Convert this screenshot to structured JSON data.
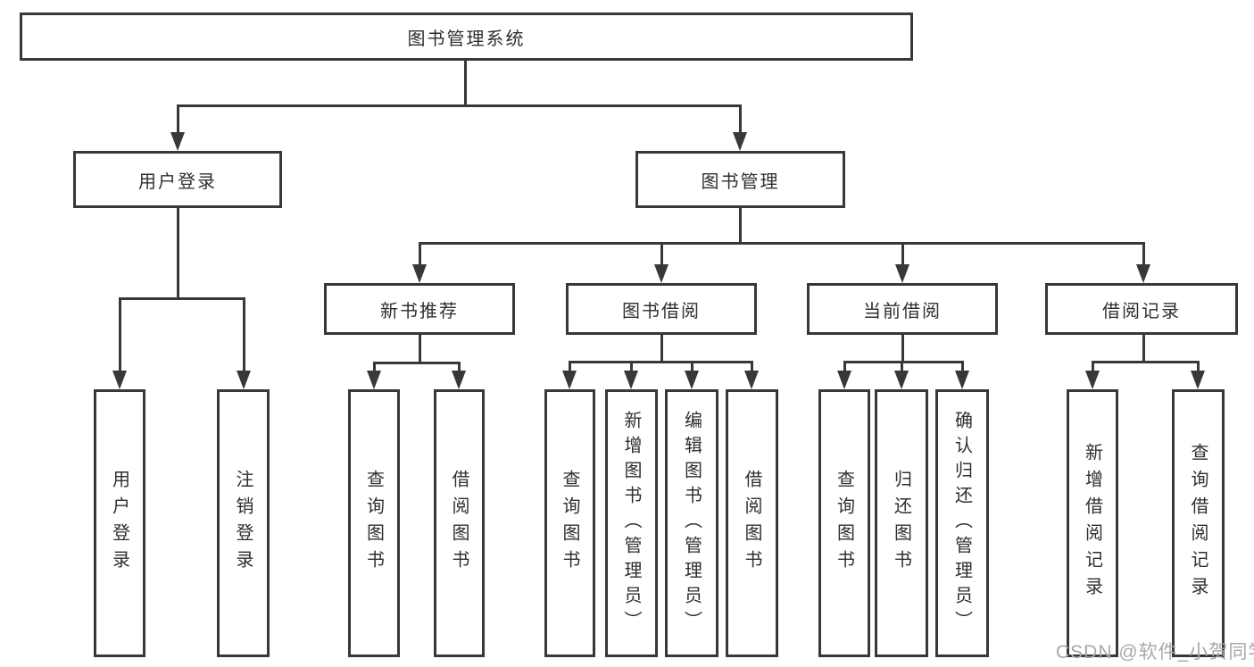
{
  "diagram": {
    "title": "图书管理系统",
    "root": {
      "label": "图书管理系统"
    },
    "level2": [
      {
        "label": "用户登录"
      },
      {
        "label": "图书管理"
      }
    ],
    "level3": [
      {
        "label": "新书推荐"
      },
      {
        "label": "图书借阅"
      },
      {
        "label": "当前借阅"
      },
      {
        "label": "借阅记录"
      }
    ],
    "leaves": {
      "user_login": [
        "用户登录",
        "注销登录"
      ],
      "new_books": [
        "查询图书",
        "借阅图书"
      ],
      "book_borrow": [
        "查询图书",
        "新增图书（管理员）",
        "编辑图书（管理员）",
        "借阅图书"
      ],
      "current_borrow": [
        "查询图书",
        "归还图书",
        "确认归还（管理员）"
      ],
      "borrow_records": [
        "新增借阅记录",
        "查询借阅记录"
      ]
    }
  },
  "watermark": {
    "text": "CSDN @软件_小贺同学",
    "color": "#a8a8a8"
  },
  "colors": {
    "line": "#383838",
    "text": "#2f2f2f",
    "background": "#ffffff"
  }
}
